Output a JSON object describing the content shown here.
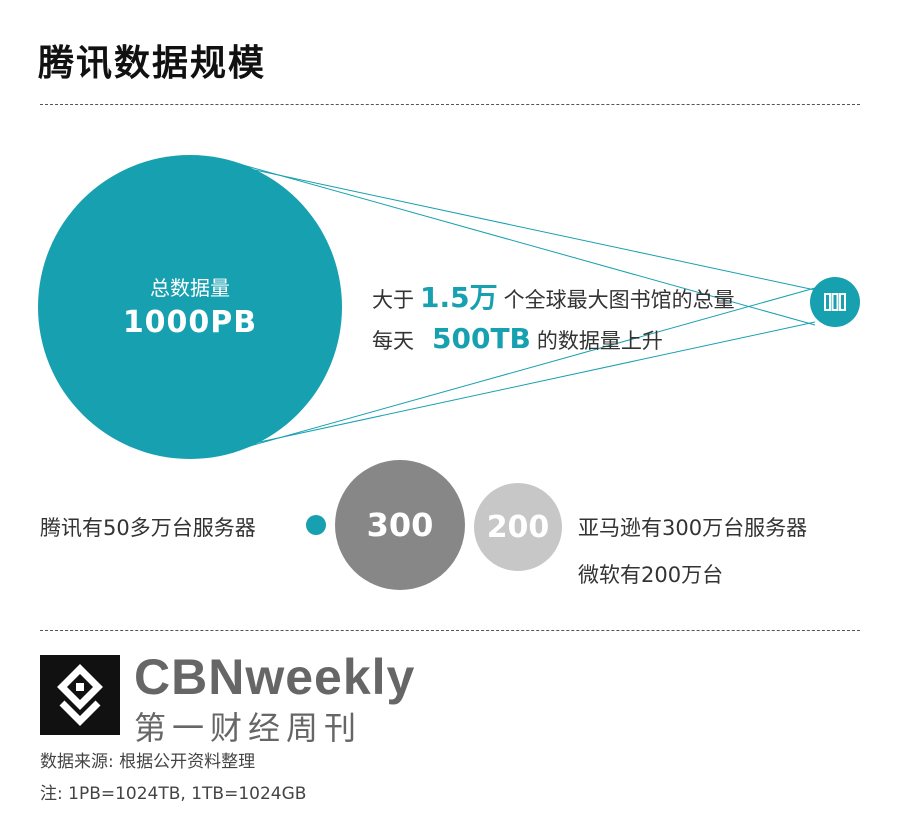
{
  "title": "腾讯数据规模",
  "colors": {
    "teal": "#17a0b0",
    "dark_gray": "#878787",
    "light_gray": "#c7c7c7",
    "highlight": "#17a0b0"
  },
  "total_data": {
    "label": "总数据量",
    "value": "1000PB"
  },
  "comparisons": {
    "line1": {
      "prefix": "大于",
      "number": "1.5万",
      "suffix": "个全球最大图书馆的总量"
    },
    "line2": {
      "prefix": "每天",
      "number": "500TB",
      "suffix": "的数据量上升"
    }
  },
  "library_icon": "books-icon",
  "servers": {
    "tencent_text": "腾讯有50多万台服务器",
    "amazon_value": "300",
    "microsoft_value": "200",
    "amazon_text": "亚马逊有300万台服务器",
    "microsoft_text": "微软有200万台"
  },
  "branding": {
    "logo_icon": "cbn-logo-icon",
    "name_en": "CBNweekly",
    "name_cn": "第一财经周刊"
  },
  "notes": {
    "source": "数据来源: 根据公开资料整理",
    "unit": "注: 1PB=1024TB, 1TB=1024GB"
  }
}
